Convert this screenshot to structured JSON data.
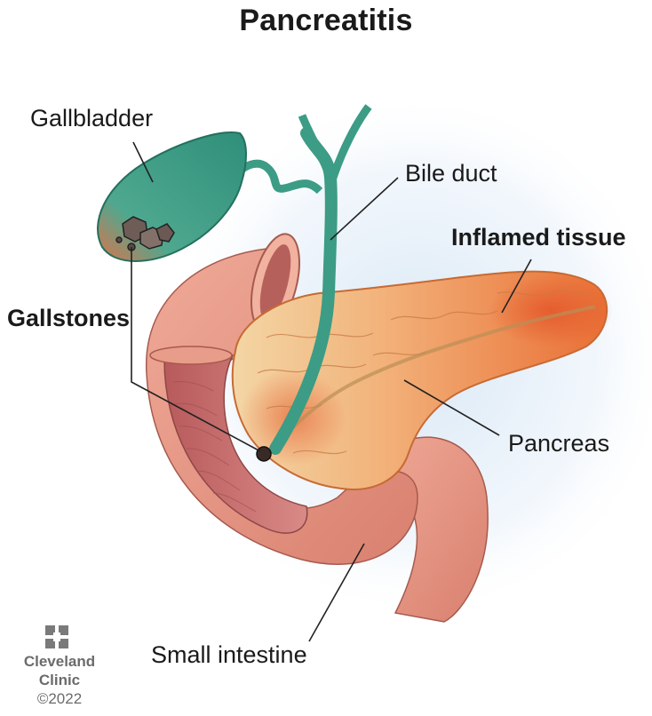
{
  "title": "Pancreatitis",
  "labels": {
    "gallbladder": "Gallbladder",
    "bile_duct": "Bile duct",
    "inflamed_tissue": "Inflamed tissue",
    "gallstones": "Gallstones",
    "pancreas": "Pancreas",
    "small_intestine": "Small intestine"
  },
  "logo": {
    "line1": "Cleveland",
    "line2": "Clinic",
    "copyright": "©2022"
  },
  "colors": {
    "gallbladder": "#3b9a86",
    "pancreas": "#f0a868",
    "inflamed": "#e8652e",
    "intestine": "#e49483",
    "intestine_inner": "#c86464",
    "halo": "#d6e6f4",
    "leader": "#222222"
  }
}
